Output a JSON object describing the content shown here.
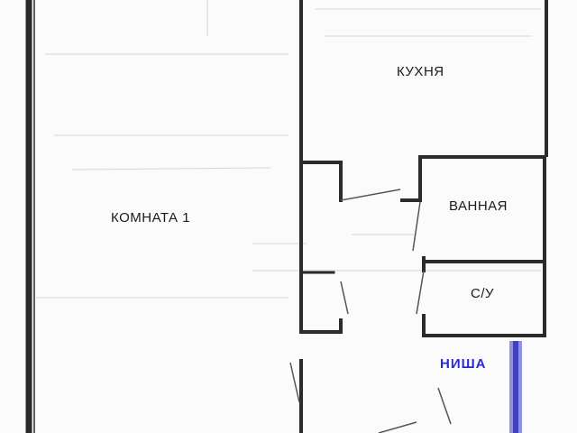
{
  "rooms": {
    "kitchen": "КУХНЯ",
    "room1": "КОМНАТА 1",
    "bathroom": "ВАННАЯ",
    "wc": "С/У"
  },
  "niche": "НИША",
  "colors": {
    "wall": "#2b2b2b",
    "niche_mark": "#2a2ad8",
    "scan_noise": "#c9c9c9"
  }
}
